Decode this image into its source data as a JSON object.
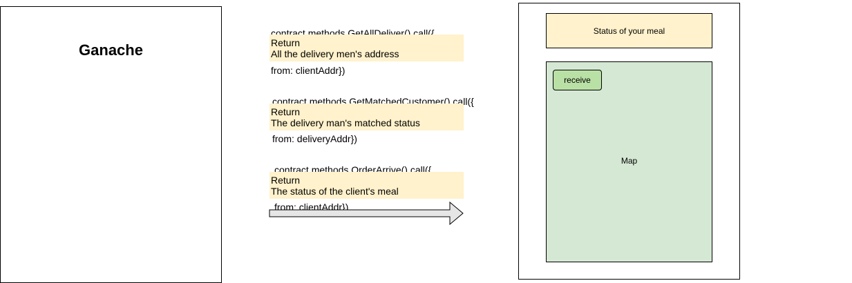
{
  "ganache": {
    "title": "Ganache"
  },
  "calls": [
    {
      "line1": "contract.methods.GetAllDeliver().call({",
      "line2": "from: clientAddr})",
      "return_label": "Return",
      "return_value": "All the delivery men's address"
    },
    {
      "line1": "contract.methods.GetMatchedCustomer().call({",
      "line2": "from: deliveryAddr})",
      "return_label": "Return",
      "return_value": "The delivery man's matched status"
    },
    {
      "line1": "contract.methods.OrderArrive().call({",
      "line2": "from: clientAddr})",
      "return_label": "Return",
      "return_value": "The status of the client's meal"
    }
  ],
  "app": {
    "status_text": "Status of your meal",
    "receive_label": "receive",
    "map_label": "Map"
  },
  "colors": {
    "return_fill": "#fff2cc",
    "map_fill": "#d5e8d4",
    "button_fill": "#b9e0a5",
    "arrow_fill": "#e6e6e6"
  }
}
